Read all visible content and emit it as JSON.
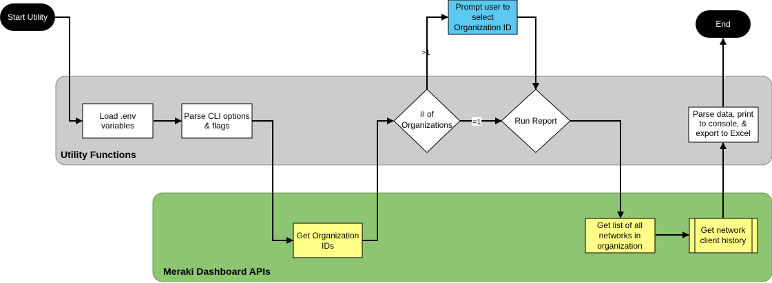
{
  "lanes": {
    "utility": {
      "label": "Utility Functions",
      "fill": "#cccccc"
    },
    "meraki": {
      "label": "Meraki Dashboard APIs",
      "fill": "#8dc572"
    }
  },
  "nodes": {
    "start": {
      "text": "Start Utility"
    },
    "end": {
      "text": "End"
    },
    "load_env": {
      "line1": "Load .env",
      "line2": "variables"
    },
    "parse_cli": {
      "line1": "Parse CLI options",
      "line2": "& flags"
    },
    "num_orgs": {
      "line1": "# of",
      "line2": "Organizations"
    },
    "run_report": {
      "text": "Run Report"
    },
    "prompt_user": {
      "line1": "Prompt user to",
      "line2": "select",
      "line3": "Organization ID",
      "fill": "#5bc8f0"
    },
    "parse_data": {
      "line1": "Parse data, print",
      "line2": "to console, &",
      "line3": "export to Excel"
    },
    "get_org_ids": {
      "line1": "Get Organization",
      "line2": "IDs",
      "fill": "#ffff88"
    },
    "get_networks": {
      "line1": "Get list of all",
      "line2": "networks in",
      "line3": "organization",
      "fill": "#ffff88"
    },
    "get_history": {
      "line1": "Get network",
      "line2": "client history",
      "fill": "#ffff88"
    }
  },
  "edges": {
    "gt1": {
      "label": ">1"
    },
    "eq1": {
      "label": "=1"
    }
  }
}
